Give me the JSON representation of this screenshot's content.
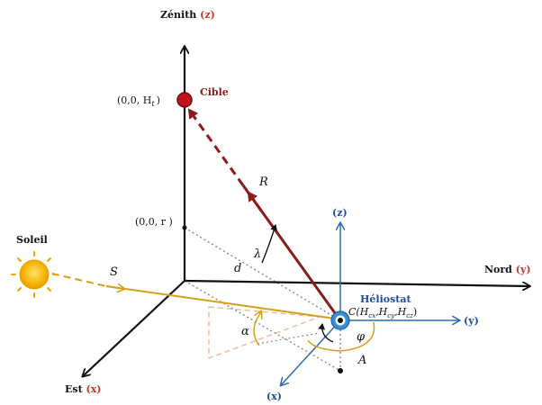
{
  "labels": {
    "zenith": "Zénith",
    "zenith_axis": "(z)",
    "nord": "Nord",
    "nord_axis": "(y)",
    "est": "Est",
    "est_axis": "(x)",
    "cible": "Cible",
    "soleil": "Soleil",
    "heliostat": "Héliostat",
    "point_target": "(0,0, H",
    "point_target_sub": "t",
    "point_target_close": ")",
    "point_r": "(0,0, r )",
    "point_c": "C(H",
    "point_c_sub1": "cx",
    "point_c_mid1": ",H",
    "point_c_sub2": "cy",
    "point_c_mid2": ",H",
    "point_c_sub3": "cz",
    "point_c_close": ")",
    "local_z": "(z)",
    "local_y": "(y)",
    "local_x": "(x)",
    "R": "R",
    "S": "S",
    "d": "d",
    "lambda": "λ",
    "alpha": "α",
    "phi": "φ",
    "A": "A"
  },
  "colors": {
    "axis": "#111111",
    "target_ray": "#8b1a1a",
    "sun_ray": "#d4a017",
    "local_axes": "#2b6cb0",
    "axis_label_accent": "#c0392b",
    "heliostat_label": "#1f4e99",
    "projection": "#f0b89c",
    "dotted": "#888888"
  }
}
